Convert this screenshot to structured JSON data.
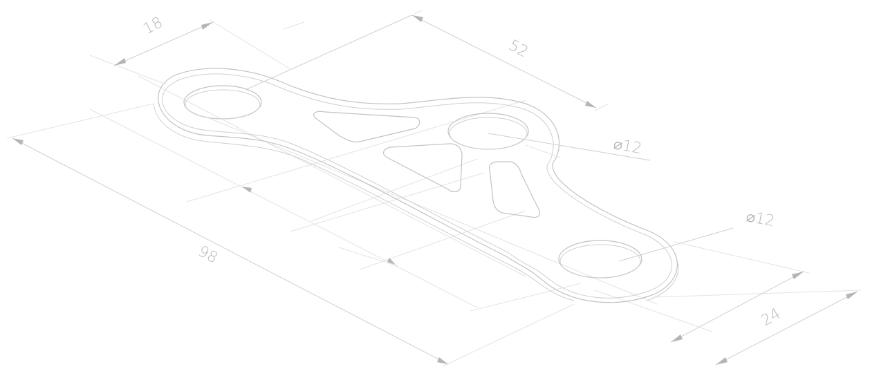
{
  "dimensions": {
    "top_left": "18",
    "top_span": "52",
    "hole_upper": "⌀12",
    "hole_lower": "⌀12",
    "overall_length": "98",
    "end_width": "24"
  },
  "colors": {
    "background": "#ffffff",
    "line": "#c8c8c8",
    "text": "#b9b9b9"
  }
}
